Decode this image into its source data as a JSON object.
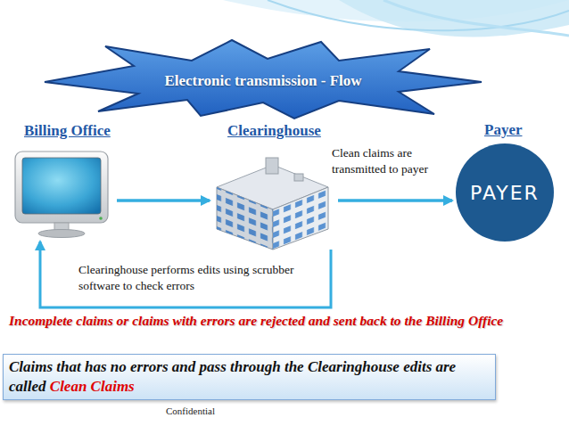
{
  "diagram": {
    "title": "Electronic transmission - Flow",
    "nodes": [
      {
        "text": [
          "Billing Office"
        ]
      },
      {
        "text": [
          "Clearinghouse"
        ]
      },
      {
        "text": [
          "Payer",
          "PAYER"
        ]
      },
      {
        "text": [
          "Claims that has no errors and pass through the Clearinghouse edits are called",
          "Clean Claims"
        ]
      }
    ],
    "edges": [
      {
        "from": 0,
        "to": 1,
        "arrow": "to"
      },
      {
        "from": 1,
        "to": 2,
        "label": "Clean claims are transmitted to payer",
        "arrow": "to"
      },
      {
        "from": 1,
        "to": 0,
        "label": "Clearinghouse performs edits using scrubber software to check errors",
        "arrow": "to"
      }
    ],
    "labels": [
      "Incomplete claims or claims with errors are rejected and sent back to the Billing Office",
      "Confidential"
    ]
  }
}
